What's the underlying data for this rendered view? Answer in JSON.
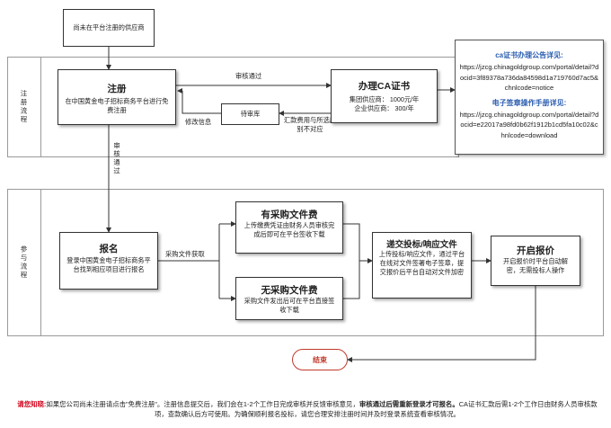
{
  "start_box": "尚未在平台注册的供应商",
  "lanes": {
    "register": "注册流程",
    "participate": "参与流程"
  },
  "register": {
    "title": "注册",
    "desc": "在中国黄金电子招标商务平台进行免费注册"
  },
  "review_pending": "待审库",
  "edge_labels": {
    "review_pass_top": "审核通过",
    "modify_info": "修改信息",
    "fee_mismatch": "汇款费用与所选库别不对应",
    "review_pass_down": "审核通过",
    "get_file": "采购文件获取"
  },
  "ca": {
    "title": "办理CA证书",
    "line1": "集团供应商：   1000元/年",
    "line2": "企业供应商：   300/年"
  },
  "cert_info": {
    "ca_title": "ca证书办理公告详见:",
    "ca_url": "https://jzcg.chinagoldgroup.com/portal/detail?docid=3f89378a736da84598d1a719760d7ac5&chnlcode=notice",
    "manual_title": "电子签章操作手册详见:",
    "manual_url": "https://jzcg.chinagoldgroup.com/portal/detail?docid=e22017a98fd0b62f1912b1cd5fa10c02&chnlcode=download"
  },
  "signup": {
    "title": "报名",
    "desc": "登录中国黄金电子招标商务平台找到相应项目进行报名"
  },
  "paid": {
    "title": "有采购文件费",
    "desc": "上传缴费凭证由财务人员审核完成后即可在平台签收下载"
  },
  "free": {
    "title": "无采购文件费",
    "desc": "采购文件发出后可在平台直接签收下载"
  },
  "submit": {
    "title": "递交投标/响应文件",
    "desc": "上传投标/响应文件，通过平台在线对文件签署电子签章，提交报价后平台自动对文件加密"
  },
  "open": {
    "title": "开启报价",
    "desc": "开启报价时平台自动解密，无需投标人操作"
  },
  "end": "结束",
  "notice": {
    "label": "请您知晓:",
    "part1": "如果您公司尚未注册请点击\"免费注册\"。注册信息提交后，我们会在1-2个工作日完成审核并反馈审核意见，",
    "part2": "审核通过后需重新登录才可报名。",
    "part3": "CA证书汇款后需1-2个工作日由财务人员审核款项，查款确认后方可使用。为确保顺利报名投标，请您合理安排注册时间并及时登录系统查看审核情况。"
  },
  "colors": {
    "accent_red": "#d0021b",
    "title_blue": "#2a5db0"
  }
}
